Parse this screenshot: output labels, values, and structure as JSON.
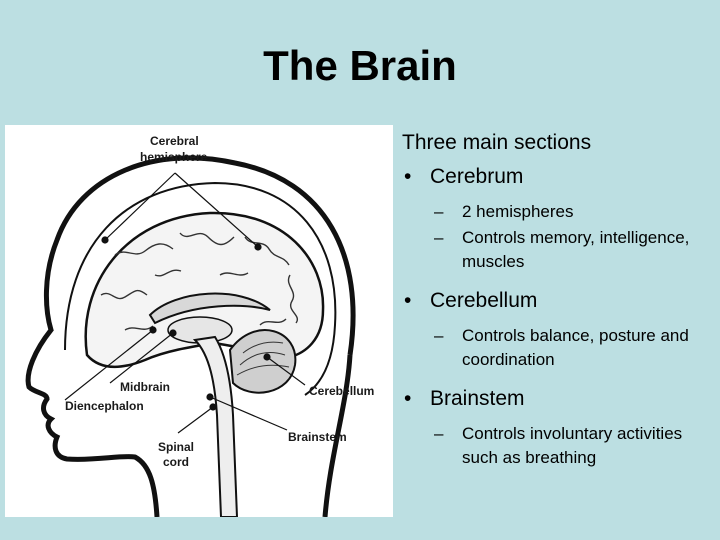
{
  "slide": {
    "title": "The Brain"
  },
  "bullets": {
    "intro": "Three main sections",
    "cerebrum": "Cerebrum",
    "cerebrum_sub1": "2 hemispheres",
    "cerebrum_sub2": "Controls memory, intelligence, muscles",
    "cerebellum": "Cerebellum",
    "cerebellum_sub1": "Controls balance, posture and coordination",
    "brainstem": "Brainstem",
    "brainstem_sub1": "Controls involuntary activities such as breathing",
    "bullet_mark": "•",
    "dash_mark": "–"
  },
  "figure": {
    "labels": {
      "cerebral_line1": "Cerebral",
      "cerebral_line2": "hemisphere",
      "midbrain": "Midbrain",
      "diencephalon": "Diencephalon",
      "cerebellum": "Cerebellum",
      "brainstem": "Brainstem",
      "spinal_line1": "Spinal",
      "spinal_line2": "cord"
    }
  }
}
